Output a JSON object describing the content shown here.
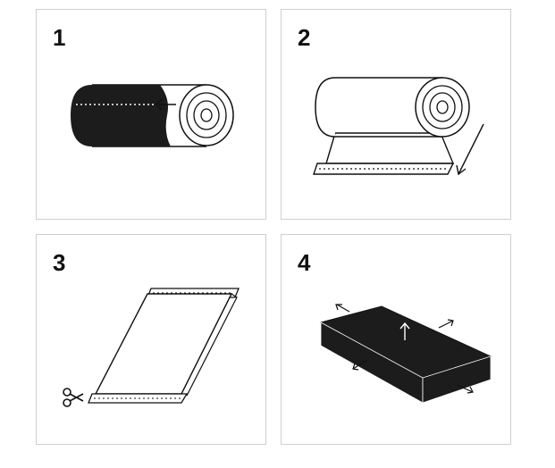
{
  "steps": [
    {
      "number": "1",
      "icon": "unroll-mattress-icon"
    },
    {
      "number": "2",
      "icon": "pull-out-sheet-icon"
    },
    {
      "number": "3",
      "icon": "cut-packaging-icon"
    },
    {
      "number": "4",
      "icon": "mattress-expand-icon"
    }
  ],
  "colors": {
    "ink": "#111111",
    "border": "#cfcfcf",
    "fill": "#1c1c1c"
  }
}
